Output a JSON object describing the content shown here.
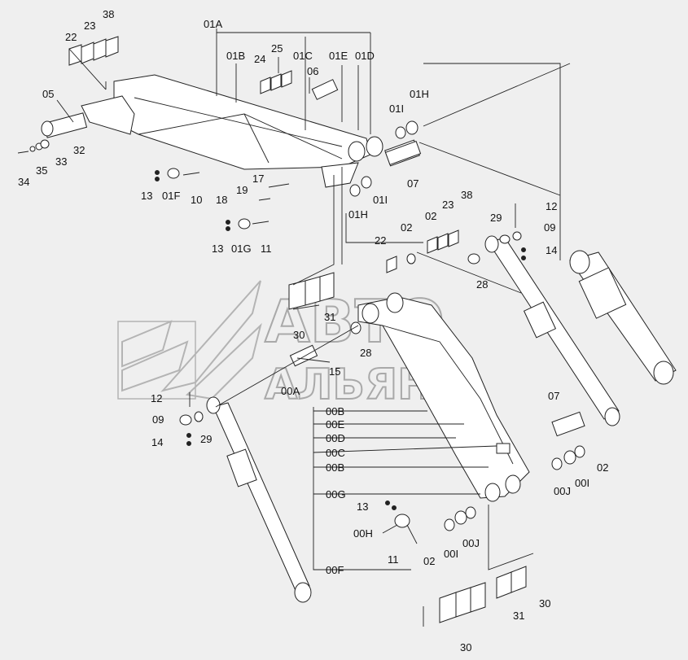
{
  "watermark": {
    "line1": "АВТО",
    "line2": "АЛЬЯНС"
  },
  "labels": {
    "l_01A": "01A",
    "l_22a": "22",
    "l_23a": "23",
    "l_38a": "38",
    "l_01B": "01B",
    "l_24": "24",
    "l_25": "25",
    "l_01C": "01C",
    "l_01E": "01E",
    "l_01D": "01D",
    "l_06": "06",
    "l_05": "05",
    "l_32": "32",
    "l_33": "33",
    "l_34": "34",
    "l_35": "35",
    "l_01I_a": "01I",
    "l_01H_a": "01H",
    "l_07a": "07",
    "l_17": "17",
    "l_19": "19",
    "l_18": "18",
    "l_13a": "13",
    "l_01F": "01F",
    "l_10": "10",
    "l_01I_b": "01I",
    "l_01H_b": "01H",
    "l_13b": "13",
    "l_01G": "01G",
    "l_11a": "11",
    "l_12a": "12",
    "l_29a": "29",
    "l_09a": "09",
    "l_14a": "14",
    "l_22b": "22",
    "l_02a": "02",
    "l_02b": "02",
    "l_23b": "23",
    "l_38b": "38",
    "l_28a": "28",
    "l_31a": "31",
    "l_30a": "30",
    "l_28b": "28",
    "l_15": "15",
    "l_00A": "00A",
    "l_12b": "12",
    "l_09b": "09",
    "l_14b": "14",
    "l_29b": "29",
    "l_00B_a": "00B",
    "l_00E": "00E",
    "l_00D": "00D",
    "l_00C": "00C",
    "l_00B_b": "00B",
    "l_07b": "07",
    "l_02c": "02",
    "l_00J_a": "00J",
    "l_00I_a": "00I",
    "l_00G": "00G",
    "l_13c": "13",
    "l_00H": "00H",
    "l_11b": "11",
    "l_02d": "02",
    "l_00I_b": "00I",
    "l_00J_b": "00J",
    "l_00F": "00F",
    "l_31b": "31",
    "l_30b": "30",
    "l_30c": "30"
  }
}
